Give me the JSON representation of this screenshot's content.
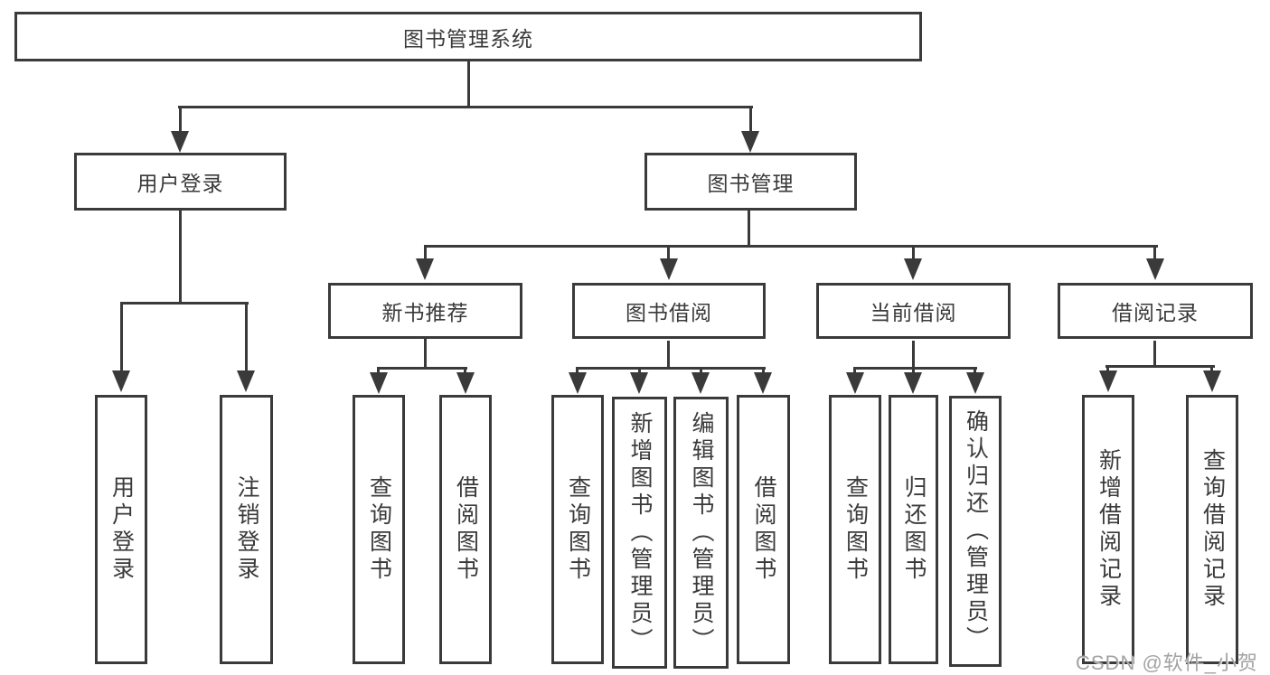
{
  "colors": {
    "stroke": "#3a3a3a",
    "text": "#3a3a3a",
    "watermark": "#a3a3a3",
    "background": "#ffffff"
  },
  "watermark": {
    "text": "CSDN @软件_小贺同学"
  },
  "tree": {
    "root": {
      "label": "图书管理系统"
    },
    "branches": [
      {
        "label": "用户登录",
        "leaves": [
          {
            "label": "用户登录"
          },
          {
            "label": "注销登录"
          }
        ]
      },
      {
        "label": "图书管理",
        "groups": [
          {
            "label": "新书推荐",
            "leaves": [
              {
                "label": "查询图书"
              },
              {
                "label": "借阅图书"
              }
            ]
          },
          {
            "label": "图书借阅",
            "leaves": [
              {
                "label": "查询图书"
              },
              {
                "label": "新增图书（管理员）"
              },
              {
                "label": "编辑图书（管理员）"
              },
              {
                "label": "借阅图书"
              }
            ]
          },
          {
            "label": "当前借阅",
            "leaves": [
              {
                "label": "查询图书"
              },
              {
                "label": "归还图书"
              },
              {
                "label": "确认归还（管理员）"
              }
            ]
          },
          {
            "label": "借阅记录",
            "leaves": [
              {
                "label": "新增借阅记录"
              },
              {
                "label": "查询借阅记录"
              }
            ]
          }
        ]
      }
    ]
  }
}
